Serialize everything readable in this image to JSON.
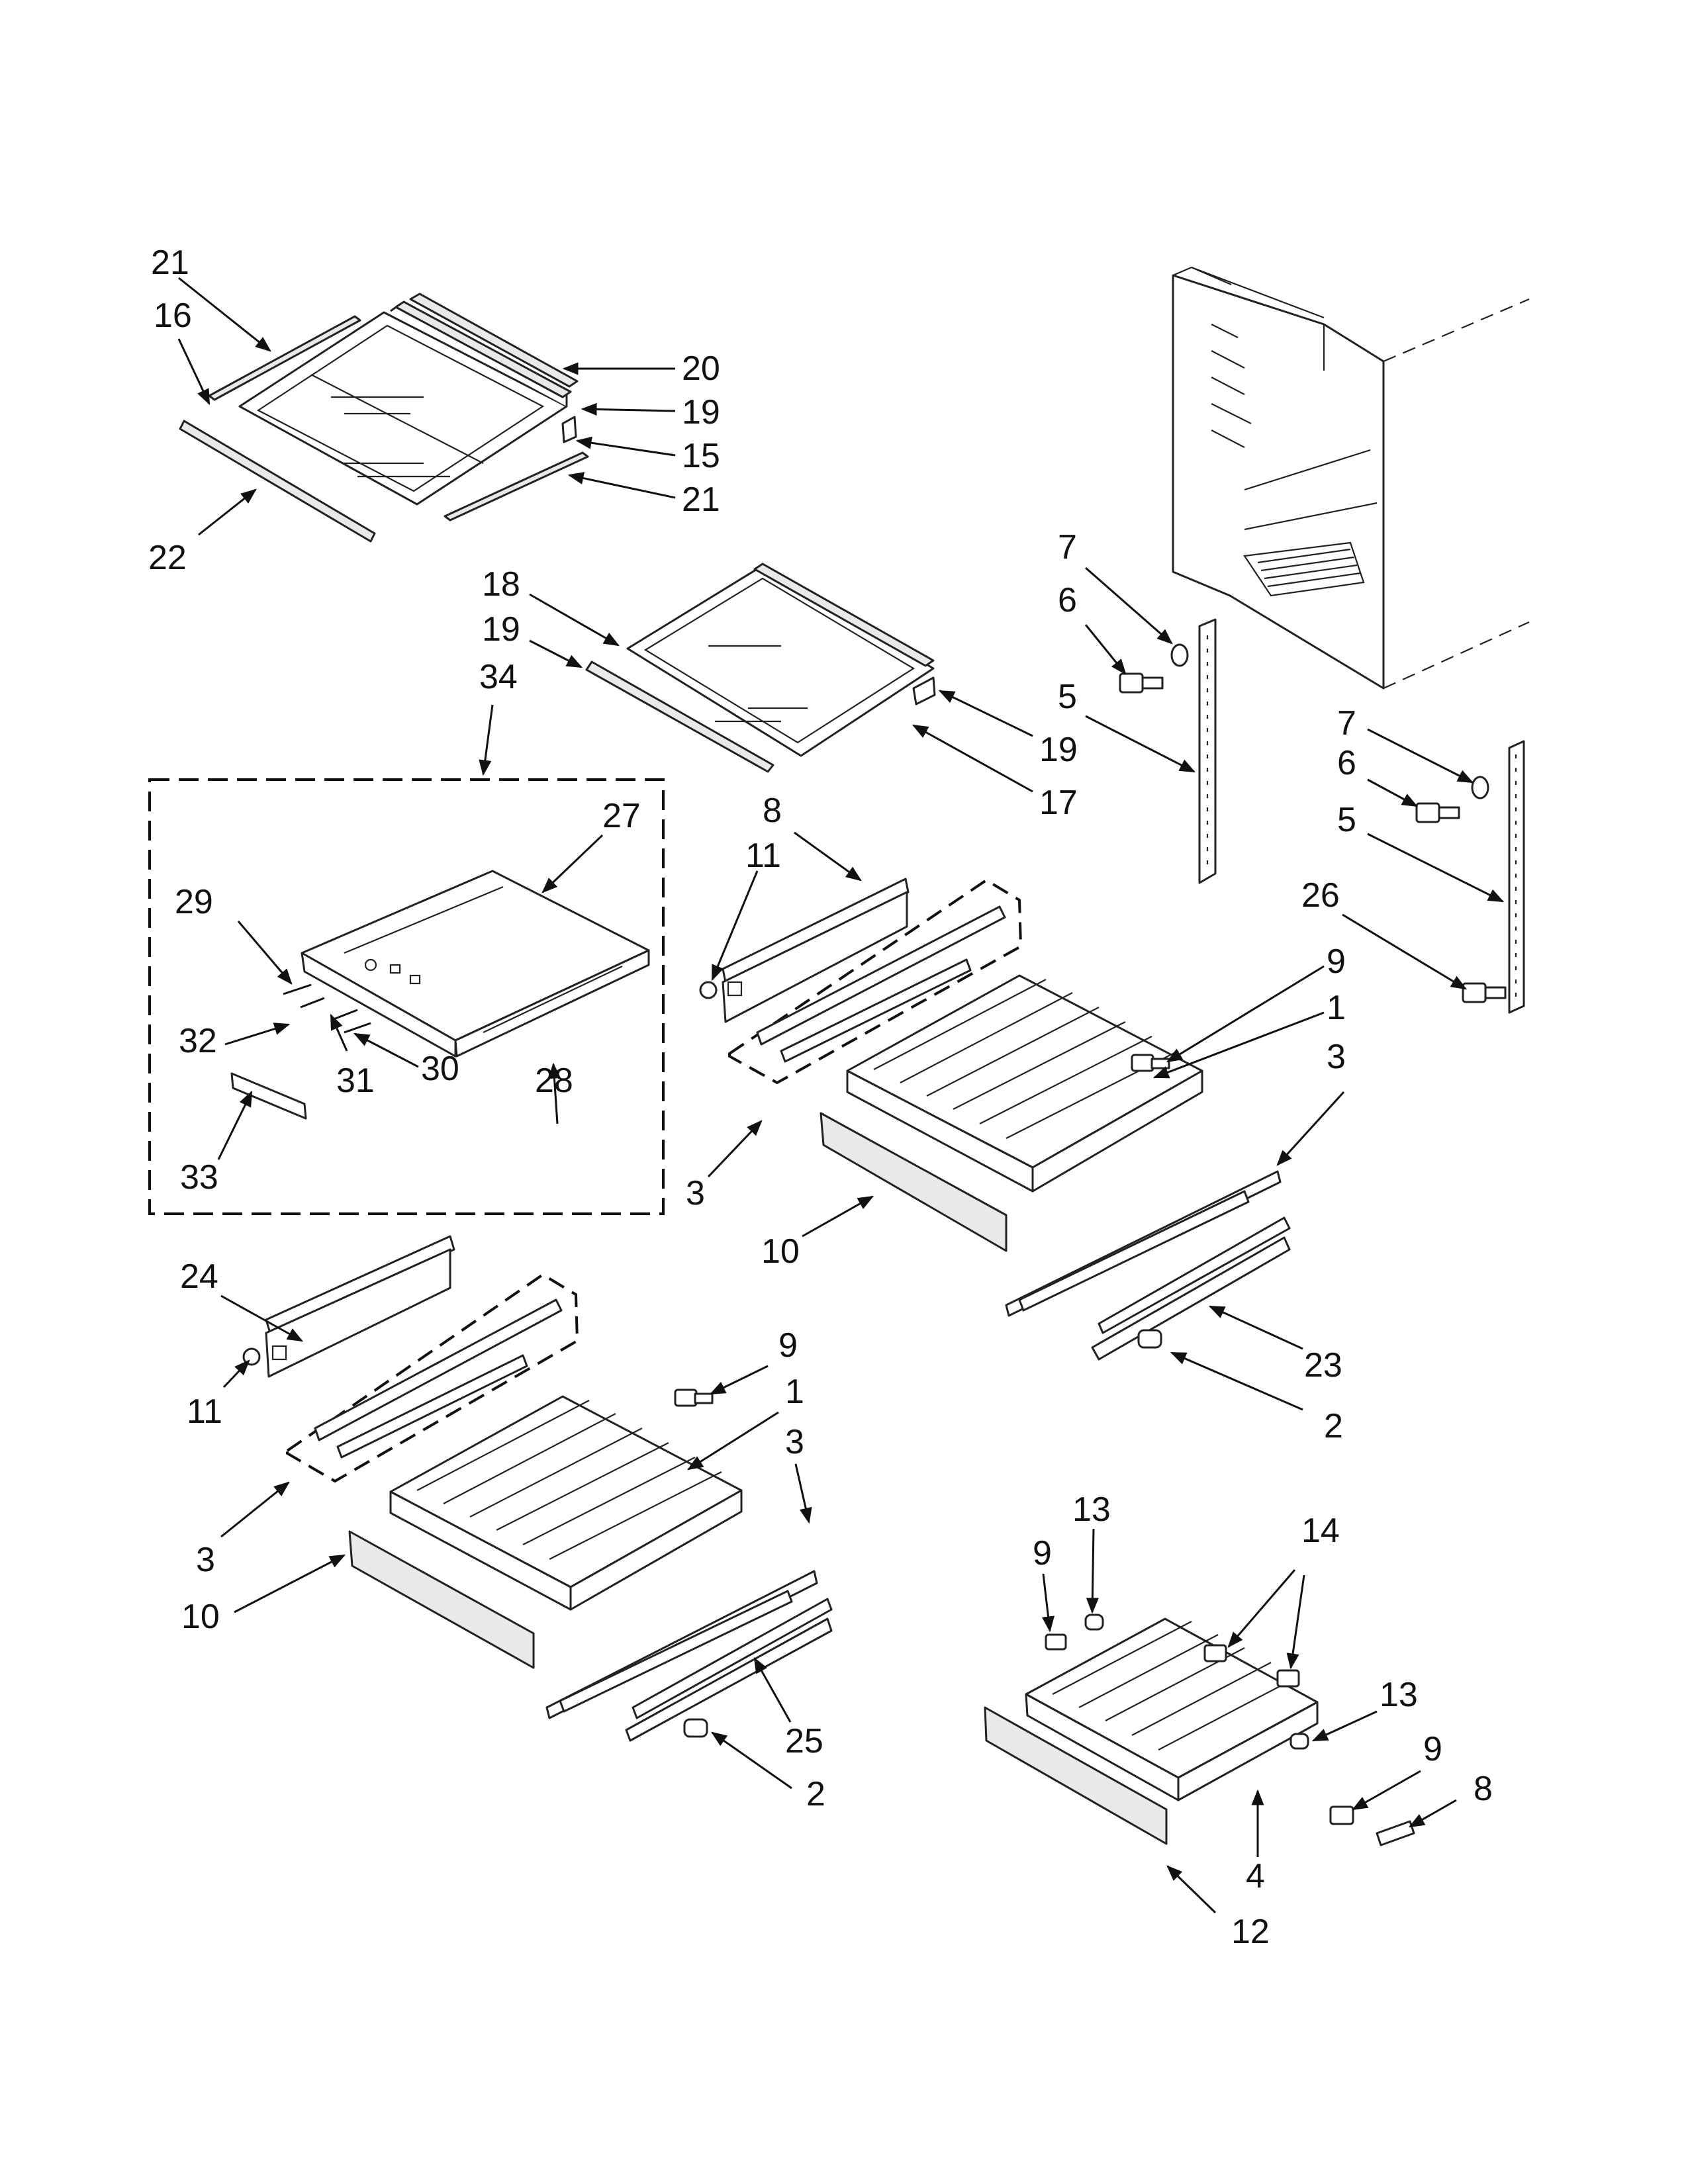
{
  "callouts": {
    "c1a": "1",
    "c1b": "1",
    "c2a": "2",
    "c2b": "2",
    "c3a": "3",
    "c3b": "3",
    "c3c": "3",
    "c3d": "3",
    "c4": "4",
    "c5a": "5",
    "c5b": "5",
    "c6a": "6",
    "c6b": "6",
    "c7a": "7",
    "c7b": "7",
    "c8a": "8",
    "c8b": "8",
    "c9a": "9",
    "c9b": "9",
    "c9c": "9",
    "c9d": "9",
    "c10a": "10",
    "c10b": "10",
    "c11a": "11",
    "c11b": "11",
    "c12": "12",
    "c13a": "13",
    "c13b": "13",
    "c14": "14",
    "c15": "15",
    "c16": "16",
    "c17": "17",
    "c18": "18",
    "c19a": "19",
    "c19b": "19",
    "c19c": "19",
    "c20": "20",
    "c21a": "21",
    "c21b": "21",
    "c22": "22",
    "c23": "23",
    "c24": "24",
    "c25": "25",
    "c26": "26",
    "c27": "27",
    "c28": "28",
    "c29": "29",
    "c30": "30",
    "c31": "31",
    "c32": "32",
    "c33": "33",
    "c34": "34"
  }
}
